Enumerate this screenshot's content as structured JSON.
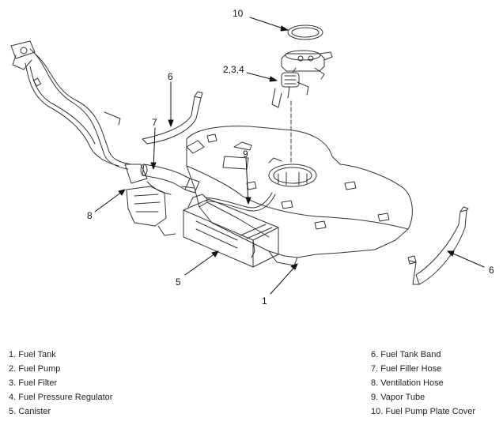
{
  "callouts": {
    "c10": "10",
    "c234": "2,3,4",
    "c6a": "6",
    "c7": "7",
    "c9": "9",
    "c8": "8",
    "c5": "5",
    "c1": "1",
    "c6b": "6"
  },
  "legend": {
    "left": [
      "1. Fuel Tank",
      "2. Fuel Pump",
      "3. Fuel Filter",
      "4. Fuel Pressure Regulator",
      "5. Canister"
    ],
    "right": [
      "6. Fuel Tank Band",
      "7. Fuel Filler Hose",
      "8. Ventilation Hose",
      "9. Vapor Tube",
      "10. Fuel Pump Plate Cover"
    ]
  }
}
